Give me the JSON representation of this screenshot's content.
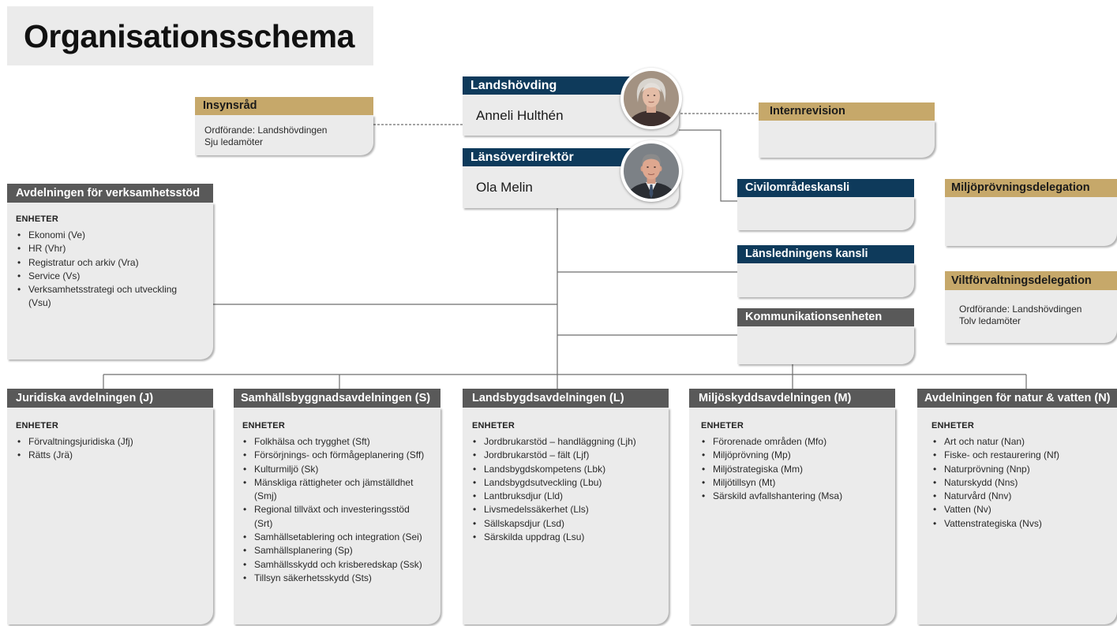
{
  "page": {
    "title": "Organisationsschema"
  },
  "leadership": {
    "governor": {
      "role": "Landshövding",
      "name": "Anneli Hulthén",
      "photo": "portrait-photo"
    },
    "director": {
      "role": "Länsöverdirektör",
      "name": "Ola Melin",
      "photo": "portrait-photo"
    }
  },
  "advisory_board": {
    "title": "Insynsråd",
    "lines": [
      "Ordförande: Landshövdingen",
      "Sju ledamöter"
    ]
  },
  "internal_audit": {
    "title": "Internrevision"
  },
  "staff_units": [
    {
      "title": "Civilområdeskansli"
    },
    {
      "title": "Länsledningens kansli"
    },
    {
      "title": "Kommunikationsenheten"
    }
  ],
  "delegations": [
    {
      "title": "Miljöprövningsdelegation"
    },
    {
      "title": "Viltförvaltningsdelegation",
      "lines": [
        "Ordförande: Landshövdingen",
        "Tolv ledamöter"
      ]
    }
  ],
  "support_department": {
    "title": "Avdelningen för verksamhetsstöd",
    "units_label": "ENHETER",
    "units": [
      "Ekonomi (Ve)",
      "HR (Vhr)",
      "Registratur och arkiv (Vra)",
      "Service (Vs)",
      "Verksamhetsstrategi och utveckling (Vsu)"
    ]
  },
  "departments": [
    {
      "title": "Juridiska avdelningen (J)",
      "units_label": "ENHETER",
      "units": [
        "Förvaltningsjuridiska (Jfj)",
        "Rätts (Jrä)"
      ]
    },
    {
      "title": "Samhällsbyggnadsavdelningen (S)",
      "units_label": "ENHETER",
      "units": [
        "Folkhälsa och trygghet (Sft)",
        "Försörjnings- och förmågeplanering (Sff)",
        "Kulturmiljö (Sk)",
        "Mänskliga rättigheter och jämställdhet (Smj)",
        "Regional tillväxt och investeringsstöd (Srt)",
        "Samhällsetablering och integration (Sei)",
        "Samhällsplanering (Sp)",
        "Samhällsskydd och krisberedskap (Ssk)",
        "Tillsyn säkerhetsskydd (Sts)"
      ]
    },
    {
      "title": "Landsbygdsavdelningen (L)",
      "units_label": "ENHETER",
      "units": [
        "Jordbrukarstöd – handläggning (Ljh)",
        "Jordbrukarstöd – fält (Ljf)",
        "Landsbygdskompetens (Lbk)",
        "Landsbygdsutveckling (Lbu)",
        "Lantbruksdjur (Lld)",
        "Livsmedelssäkerhet (Lls)",
        "Sällskapsdjur (Lsd)",
        "Särskilda uppdrag (Lsu)"
      ]
    },
    {
      "title": "Miljöskyddsavdelningen (M)",
      "units_label": "ENHETER",
      "units": [
        "Förorenade områden (Mfo)",
        "Miljöprövning (Mp)",
        "Miljöstrategiska (Mm)",
        "Miljötillsyn (Mt)",
        "Särskild avfallshantering (Msa)"
      ]
    },
    {
      "title": "Avdelningen för natur & vatten (N)",
      "units_label": "ENHETER",
      "units": [
        "Art och natur (Nan)",
        "Fiske- och restaurering (Nf)",
        "Naturprövning (Nnp)",
        "Naturskydd (Nns)",
        "Naturvård (Nnv)",
        "Vatten (Nv)",
        "Vattenstrategiska (Nvs)"
      ]
    }
  ],
  "colors": {
    "navy": "#0e3a5b",
    "gold": "#c6a86a",
    "dark_gray": "#595959",
    "box_background": "#ebebeb",
    "connector": "#6e6e6e"
  }
}
